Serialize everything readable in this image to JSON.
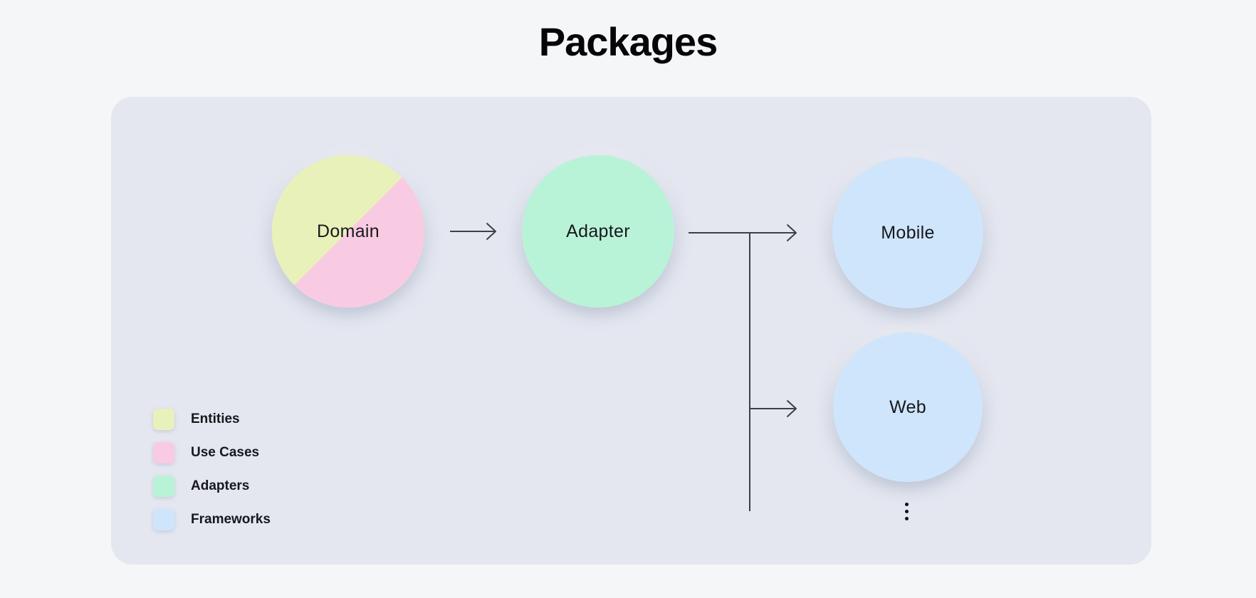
{
  "title": "Packages",
  "diagram": {
    "nodes": [
      {
        "id": "domain",
        "label": "Domain",
        "color_keys": [
          "entities",
          "use-cases"
        ]
      },
      {
        "id": "adapter",
        "label": "Adapter",
        "color_keys": [
          "adapters"
        ]
      },
      {
        "id": "mobile",
        "label": "Mobile",
        "color_keys": [
          "frameworks"
        ]
      },
      {
        "id": "web",
        "label": "Web",
        "color_keys": [
          "frameworks"
        ]
      }
    ],
    "connections": [
      {
        "from": "Domain",
        "to": "Adapter"
      },
      {
        "from": "Adapter",
        "to": "Mobile"
      },
      {
        "from": "Adapter",
        "to": "Web"
      }
    ],
    "more_indicator_icon": "vertical-ellipsis"
  },
  "legend": {
    "items": [
      {
        "label": "Entities",
        "color_key": "entities"
      },
      {
        "label": "Use Cases",
        "color_key": "use-cases"
      },
      {
        "label": "Adapters",
        "color_key": "adapters"
      },
      {
        "label": "Frameworks",
        "color_key": "frameworks"
      }
    ]
  },
  "colors": {
    "page-bg": "#f5f6f8",
    "panel-bg": "#e4e7f0",
    "entities": "#e9f1bb",
    "use-cases": "#f9cbe3",
    "adapters": "#b9f3d7",
    "frameworks": "#cfe5fb",
    "line": "#3f4045",
    "text": "#17181c"
  }
}
